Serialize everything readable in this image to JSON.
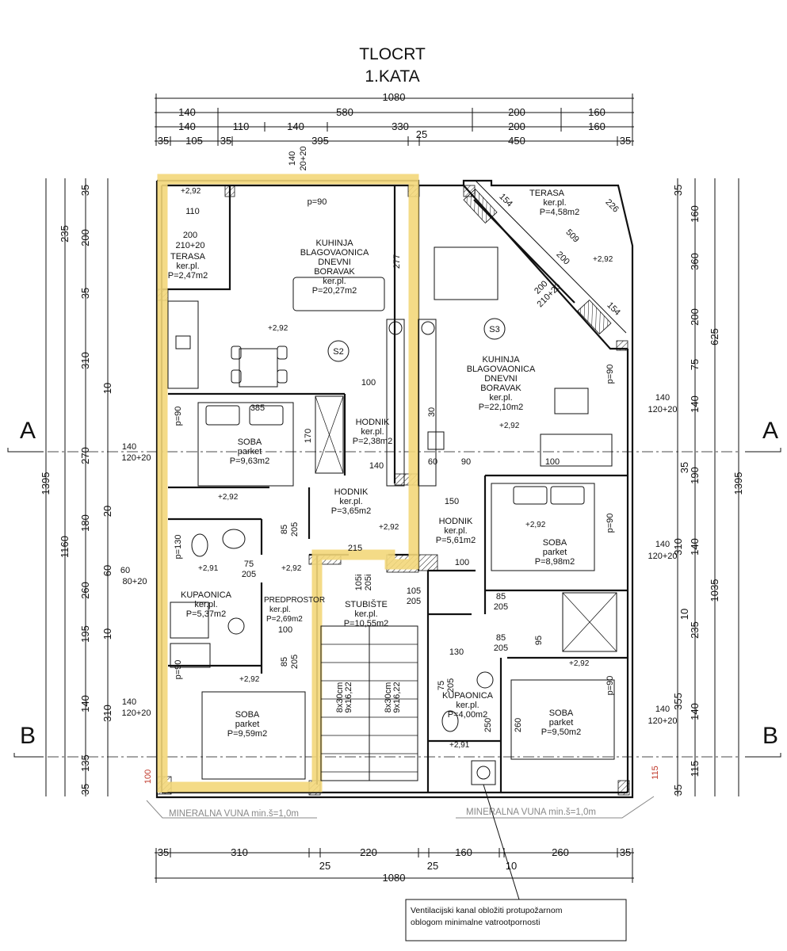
{
  "title": {
    "line1": "TLOCRT",
    "line2": "1.KATA"
  },
  "dims_top": {
    "r1": [
      "140",
      "580",
      "200",
      "160"
    ],
    "total": "1080",
    "r2": [
      "140",
      "110",
      "140",
      "330",
      "200",
      "160"
    ],
    "r3": [
      "35",
      "105",
      "35",
      "395",
      "25",
      "450",
      "35"
    ]
  },
  "dims_bottom": {
    "r1": [
      "35",
      "310",
      "220",
      "160",
      "260",
      "35"
    ],
    "r1_small": [
      "25",
      "25",
      "10"
    ],
    "total": "1080"
  },
  "dims_left": {
    "outer": [
      "235",
      "1160"
    ],
    "total": "1395",
    "inner": [
      "35",
      "200",
      "35",
      "310",
      "10",
      "270",
      "20",
      "180",
      "60",
      "260",
      "195",
      "10",
      "140",
      "310",
      "135",
      "35"
    ]
  },
  "dims_right": {
    "outer": [
      "625",
      "1035"
    ],
    "total": "1395",
    "inner": [
      "35",
      "160",
      "360",
      "200",
      "75",
      "140",
      "190",
      "35",
      "310",
      "140",
      "10",
      "235",
      "355",
      "140",
      "115",
      "35"
    ]
  },
  "sections": {
    "a_left": "A",
    "a_right": "A",
    "b_left": "B",
    "b_right": "B"
  },
  "rooms": [
    {
      "name": "TERASA",
      "floor": "ker.pl.",
      "area": "P=2,47m2"
    },
    {
      "name": "KUHINJA",
      "name2": "BLAGOVAONICA",
      "name3": "DNEVNI",
      "name4": "BORAVAK",
      "floor": "ker.pl.",
      "area": "P=20,27m2"
    },
    {
      "name": "SOBA",
      "floor": "parket",
      "area": "P=9,63m2"
    },
    {
      "name": "HODNIK",
      "floor": "ker.pl.",
      "area": "P=2,38m2"
    },
    {
      "name": "HODNIK",
      "floor": "ker.pl.",
      "area": "P=3,65m2"
    },
    {
      "name": "KUPAONICA",
      "floor": "ker.pl.",
      "area": "P=5,37m2"
    },
    {
      "name": "PREDPROSTOR",
      "floor": "ker.pl.",
      "area": "P=2,69m2"
    },
    {
      "name": "SOBA",
      "floor": "parket",
      "area": "P=9,59m2"
    },
    {
      "name": "STUBIŠTE",
      "floor": "ker.pl.",
      "area": "P=10,55m2"
    },
    {
      "name": "TERASA",
      "floor": "ker.pl.",
      "area": "P=4,58m2"
    },
    {
      "name": "KUHINJA",
      "name2": "BLAGOVAONICA",
      "name3": "DNEVNI",
      "name4": "BORAVAK",
      "floor": "ker.pl.",
      "area": "P=22,10m2"
    },
    {
      "name": "HODNIK",
      "floor": "ker.pl.",
      "area": "P=5,61m2"
    },
    {
      "name": "SOBA",
      "floor": "parket",
      "area": "P=8,98m2"
    },
    {
      "name": "KUPAONICA",
      "floor": "ker.pl.",
      "area": "P=4,00m2"
    },
    {
      "name": "SOBA",
      "floor": "parket",
      "area": "P=9,50m2"
    }
  ],
  "apartments": {
    "s2": "S2",
    "s3": "S3"
  },
  "levels": {
    "l292": "+2,92",
    "l291": "+2,91"
  },
  "openings": {
    "w200_210": [
      "200",
      "210+20"
    ],
    "w140_120": [
      "140",
      "120+20"
    ],
    "w60_80": [
      "60",
      "80+20"
    ],
    "w140_2020": [
      "140",
      "20+20"
    ],
    "w200_210_diag": [
      "200",
      "210+20"
    ],
    "p90": "p=90",
    "p130": "p=130",
    "d85_205": [
      "85",
      "205"
    ],
    "d75_205": [
      "75",
      "205"
    ],
    "d105_205": [
      "105",
      "205"
    ],
    "d105i_205i": [
      "105i",
      "205i"
    ],
    "d75_205b": [
      "75",
      "205"
    ]
  },
  "inner_dims": {
    "d110": "110",
    "d277": "277",
    "d100a": "100",
    "d385": "385",
    "d170": "170",
    "d140": "140",
    "d60": "60",
    "d90": "90",
    "d100b": "100",
    "d150": "150",
    "d100c": "100",
    "d215": "215",
    "d100d": "100",
    "d130": "130",
    "d95": "95",
    "d250": "250",
    "d260": "260",
    "d30": "30",
    "d154a": "154",
    "d509": "509",
    "d226": "226",
    "d154b": "154",
    "d200d": "200"
  },
  "stairs": {
    "left": [
      "8x30cm",
      "9x16,22"
    ],
    "right": [
      "8x30cm",
      "9x16,22"
    ]
  },
  "insulation": {
    "left_mark": "100",
    "right_mark": "115",
    "left": "MINERALNA VUNA min.š=1,0m",
    "right": "MINERALNA VUNA min.š=1,0m"
  },
  "note": {
    "line1": "Ventilacijski kanal obložiti protupožarnom",
    "line2": "oblogom minimalne vatrootpornosti"
  }
}
